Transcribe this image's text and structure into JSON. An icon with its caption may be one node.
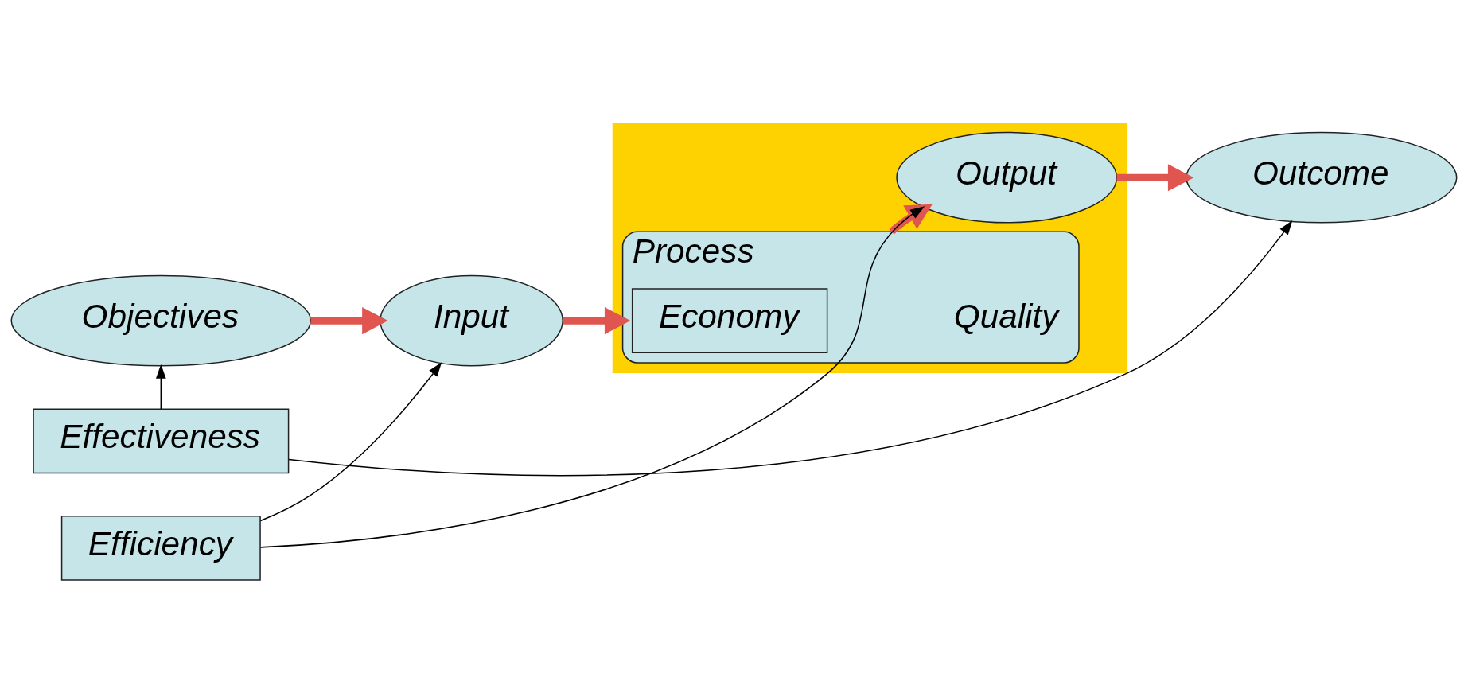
{
  "diagram": {
    "nodes": [
      {
        "text": [
          "Objectives"
        ]
      },
      {
        "text": [
          "Input"
        ]
      },
      {
        "text": [],
        "shape": "box"
      },
      {
        "text": [
          "Process",
          "Quality"
        ],
        "in": 2
      },
      {
        "text": [
          "Economy"
        ],
        "in": 3
      },
      {
        "text": [
          "Effectiveness"
        ]
      },
      {
        "text": [
          "Efficiency"
        ]
      },
      {
        "text": [
          "Output"
        ],
        "in": 2
      },
      {
        "text": [
          "Outcome"
        ]
      }
    ],
    "edges": [
      {
        "from": 0,
        "to": 1,
        "arrow": "to",
        "style": "thick"
      },
      {
        "from": 1,
        "to": 3,
        "arrow": "to",
        "style": "thick"
      },
      {
        "from": 3,
        "to": 7,
        "arrow": "to",
        "style": "thick"
      },
      {
        "from": 7,
        "to": 8,
        "arrow": "to",
        "style": "thick"
      },
      {
        "from": 5,
        "to": 0,
        "arrow": "to",
        "color": "#000000"
      },
      {
        "from": 5,
        "to": 8,
        "arrow": "to",
        "color": "#000000"
      },
      {
        "from": 6,
        "to": 1,
        "arrow": "to",
        "color": "#000000"
      },
      {
        "from": 6,
        "to": 7,
        "arrow": "to",
        "color": "#000000"
      }
    ]
  }
}
